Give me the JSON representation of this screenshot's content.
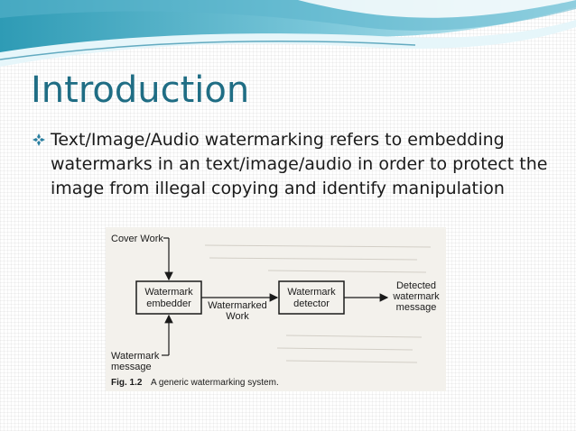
{
  "slide": {
    "title": "Introduction",
    "bullet": "Text/Image/Audio watermarking refers to embedding watermarks in an text/image/audio in order to protect the image from illegal copying and identify manipulation"
  },
  "figure": {
    "cover_work": "Cover Work",
    "embedder_line1": "Watermark",
    "embedder_line2": "embedder",
    "watermarked_line1": "Watermarked",
    "watermarked_line2": "Work",
    "detector_line1": "Watermark",
    "detector_line2": "detector",
    "detected_line1": "Detected",
    "detected_line2": "watermark",
    "detected_line3": "message",
    "message_line1": "Watermark",
    "message_line2": "message",
    "caption_label": "Fig. 1.2",
    "caption_text": "A generic watermarking system."
  },
  "colors": {
    "title": "#1f6d84",
    "banner_dark": "#2e9bb5",
    "banner_light": "#bfe6f0",
    "bullet": "#2a7fa0"
  },
  "icons": {
    "bullet": "diamond-bullet-icon"
  }
}
